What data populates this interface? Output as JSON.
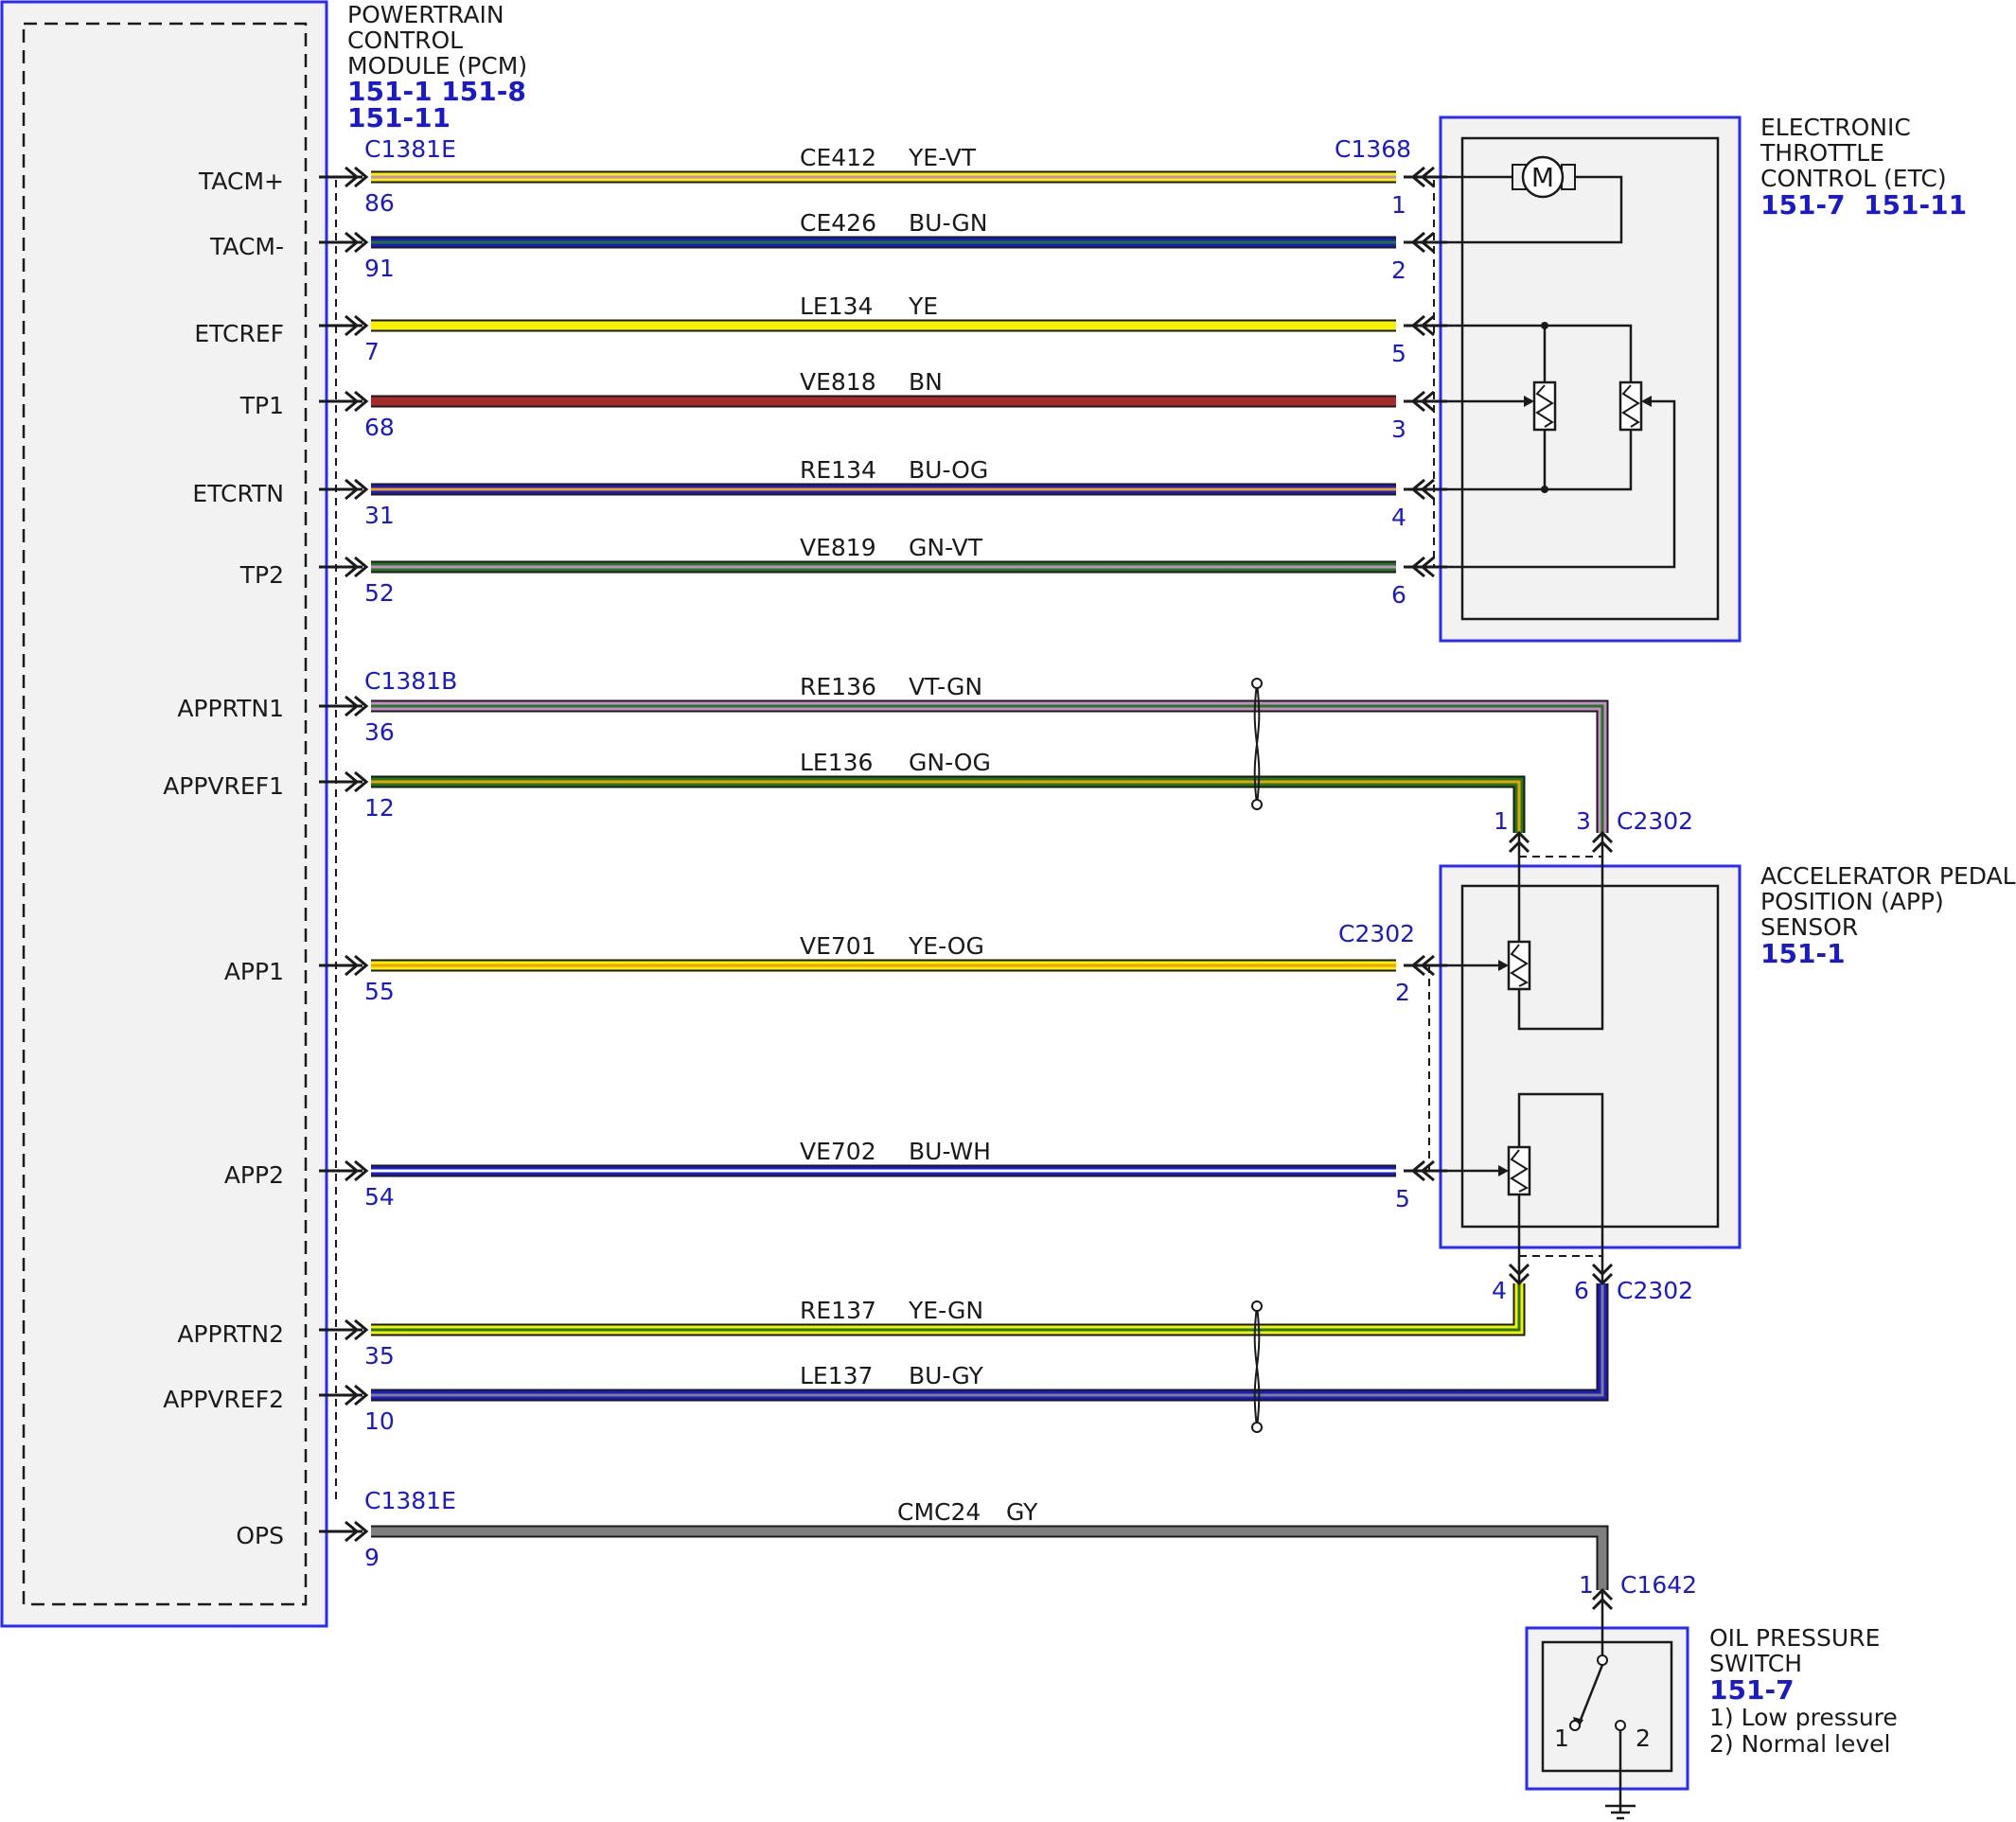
{
  "colors": {
    "module_border": "#2a2aff",
    "module_fill": "#f2f2f2",
    "pin_text": "#1a1acc",
    "YE": "#f7f100",
    "VT": "#c88ac8",
    "BU": "#1a1ad0",
    "GN": "#1f7a1f",
    "BN": "#a52a2a",
    "OG": "#f0a000",
    "WH": "#ffffff",
    "GY": "#7f7f7f"
  },
  "pcm": {
    "title": [
      "POWERTRAIN",
      "CONTROL",
      "MODULE (PCM)"
    ],
    "refs": [
      "151-1 151-8",
      "151-11"
    ]
  },
  "etc": {
    "title": [
      "ELECTRONIC",
      "THROTTLE",
      "CONTROL (ETC)"
    ],
    "refs": [
      "151-7  151-11"
    ],
    "motor_symbol": "M"
  },
  "app_sensor": {
    "title": [
      "ACCELERATOR PEDAL",
      "POSITION (APP)",
      "SENSOR"
    ],
    "refs": [
      "151-1"
    ]
  },
  "ops_switch": {
    "title": [
      "OIL PRESSURE",
      "SWITCH"
    ],
    "refs": [
      "151-7"
    ],
    "notes": [
      "1) Low pressure",
      "2) Normal level"
    ],
    "contact_labels": [
      "1",
      "2"
    ]
  },
  "connectors": {
    "c1381e": "C1381E",
    "c1381b": "C1381B",
    "c1381e_ops": "C1381E",
    "c1368": "C1368",
    "c2302_top": "C2302",
    "c2302_mid": "C2302",
    "c2302_bot": "C2302",
    "c1642": "C1642"
  },
  "circuits": [
    {
      "signal": "TACM+",
      "circuit": "CE412",
      "color_code": "YE-VT",
      "pcm_pin": "86",
      "far_pin": "1",
      "base": "YE",
      "stripe": "VT"
    },
    {
      "signal": "TACM-",
      "circuit": "CE426",
      "color_code": "BU-GN",
      "pcm_pin": "91",
      "far_pin": "2",
      "base": "BU",
      "stripe": "GN"
    },
    {
      "signal": "ETCREF",
      "circuit": "LE134",
      "color_code": "YE",
      "pcm_pin": "7",
      "far_pin": "5",
      "base": "YE",
      "stripe": ""
    },
    {
      "signal": "TP1",
      "circuit": "VE818",
      "color_code": "BN",
      "pcm_pin": "68",
      "far_pin": "3",
      "base": "BN",
      "stripe": ""
    },
    {
      "signal": "ETCRTN",
      "circuit": "RE134",
      "color_code": "BU-OG",
      "pcm_pin": "31",
      "far_pin": "4",
      "base": "BU",
      "stripe": "OG"
    },
    {
      "signal": "TP2",
      "circuit": "VE819",
      "color_code": "GN-VT",
      "pcm_pin": "52",
      "far_pin": "6",
      "base": "GN",
      "stripe": "VT"
    },
    {
      "signal": "APPRTN1",
      "circuit": "RE136",
      "color_code": "VT-GN",
      "pcm_pin": "36",
      "far_pin": "3",
      "base": "VT",
      "stripe": "GN"
    },
    {
      "signal": "APPVREF1",
      "circuit": "LE136",
      "color_code": "GN-OG",
      "pcm_pin": "12",
      "far_pin": "1",
      "base": "GN",
      "stripe": "OG"
    },
    {
      "signal": "APP1",
      "circuit": "VE701",
      "color_code": "YE-OG",
      "pcm_pin": "55",
      "far_pin": "2",
      "base": "YE",
      "stripe": "OG"
    },
    {
      "signal": "APP2",
      "circuit": "VE702",
      "color_code": "BU-WH",
      "pcm_pin": "54",
      "far_pin": "5",
      "base": "BU",
      "stripe": "WH"
    },
    {
      "signal": "APPRTN2",
      "circuit": "RE137",
      "color_code": "YE-GN",
      "pcm_pin": "35",
      "far_pin": "4",
      "base": "YE",
      "stripe": "GN"
    },
    {
      "signal": "APPVREF2",
      "circuit": "LE137",
      "color_code": "BU-GY",
      "pcm_pin": "10",
      "far_pin": "6",
      "base": "BU",
      "stripe": "GY"
    },
    {
      "signal": "OPS",
      "circuit": "CMC24",
      "color_code": "GY",
      "pcm_pin": "9",
      "far_pin": "1",
      "base": "GY",
      "stripe": ""
    }
  ]
}
